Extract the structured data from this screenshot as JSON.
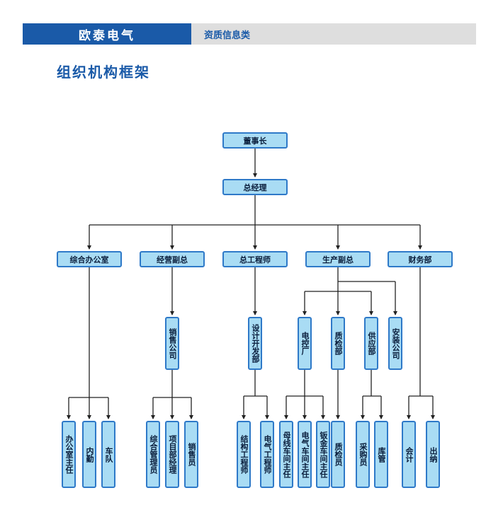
{
  "header": {
    "brand": "欧泰电气",
    "section": "资质信息类"
  },
  "title": "组织机构框架",
  "org": {
    "chairman": "董事长",
    "gm": "总经理",
    "departments": {
      "office": "综合办公室",
      "business": "经营副总",
      "engineer": "总工程师",
      "production": "生产副总",
      "finance": "财务部"
    },
    "middle": {
      "sales_company": "销售公司",
      "design_dev": "设计开发部",
      "control_factory": "电控厂",
      "qc_dept": "质检部",
      "supply_dept": "供应部",
      "install_company": "安装公司"
    },
    "staff": {
      "office_director": "办公室主任",
      "internal_affairs": "内勤",
      "fleet": "车队",
      "general_manager_staff": "综合管理员",
      "project_manager": "项目部经理",
      "salesperson": "销售员",
      "structural_engineer": "结构工程师",
      "electrical_engineer": "电气工程师",
      "busbar_workshop": "母线车间主任",
      "electrical_workshop": "电气车间主任",
      "sheetmetal_workshop": "钣金车间主任",
      "inspector": "质检员",
      "purchaser": "采购员",
      "warehouse": "库管",
      "accountant": "会计",
      "cashier": "出纳"
    }
  }
}
